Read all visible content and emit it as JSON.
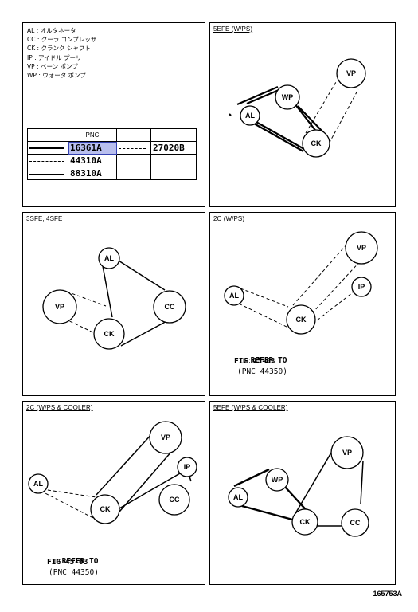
{
  "legend": [
    "AL : オルタネータ",
    "CC : クーラ コンプレッサ",
    "CK : クランク シャフト",
    "IP : アイドル プーリ",
    "VP : ベーン ポンプ",
    "WP : ウォータ ポンプ"
  ],
  "pnc_table": {
    "header": "PNC",
    "rows": [
      {
        "line": "solid",
        "pnc": "16361A",
        "line2": "dashed",
        "pnc2": "27020B",
        "selected": true
      },
      {
        "line": "dashed",
        "pnc": "44310A",
        "line2": "",
        "pnc2": "",
        "selected": false
      },
      {
        "line": "thin",
        "pnc": "88310A",
        "line2": "",
        "pnc2": "",
        "selected": false
      }
    ]
  },
  "panels": {
    "p1": {
      "title": "5EFE (W/PS)"
    },
    "p2": {
      "title": "3SFE, 4SFE"
    },
    "p3": {
      "title": "2C (W/PS)",
      "note": {
        "prefix": "IP:",
        "l1": "REFER TO",
        "l2": "FIG 45-03",
        "l3": "(PNC 44350)"
      }
    },
    "p4": {
      "title": "2C (W/PS & COOLER)",
      "note": {
        "prefix": "IP:",
        "l1": "REFER TO",
        "l2": "FIG 45-03",
        "l3": "(PNC 44350)"
      }
    },
    "p5": {
      "title": "5EFE (W/PS & COOLER)"
    }
  },
  "pulleys": {
    "al": "AL",
    "cc": "CC",
    "ck": "CK",
    "ip": "IP",
    "vp": "VP",
    "wp": "WP"
  },
  "figure_number": "165753A"
}
